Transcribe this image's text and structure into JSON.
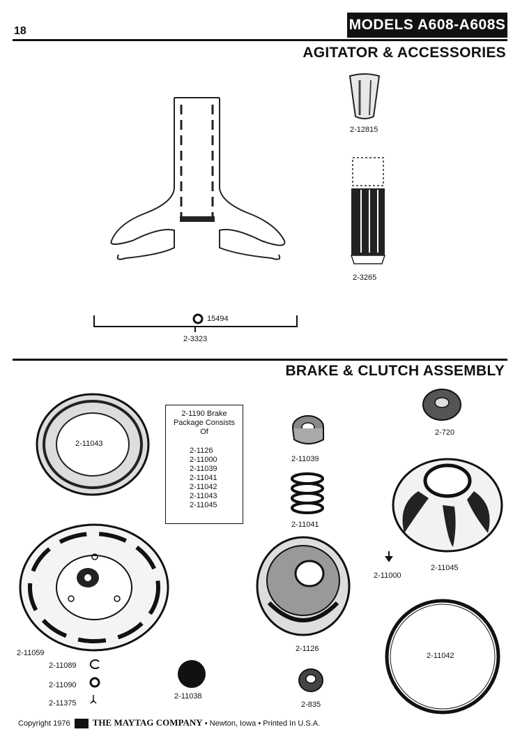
{
  "header": {
    "page_number": "18",
    "models": "MODELS  A608-A608S"
  },
  "section_agitator": {
    "title": "AGITATOR & ACCESSORIES",
    "parts": [
      "2-12815",
      "2-3265",
      "15494",
      "2-3323"
    ]
  },
  "section_brake": {
    "title": "BRAKE & CLUTCH ASSEMBLY",
    "note": {
      "title": "2-1190 Brake Package Consists Of",
      "items": [
        "2-1126",
        "2-11000",
        "2-11039",
        "2-11041",
        "2-11042",
        "2-11043",
        "2-11045"
      ]
    },
    "parts": [
      "2-11043",
      "2-11039",
      "2-720",
      "2-11041",
      "2-11045",
      "2-11000",
      "2-11059",
      "2-1126",
      "2-11042",
      "2-11089",
      "2-11090",
      "2-11375",
      "2-11038",
      "2-835"
    ]
  },
  "footer": {
    "copyright": "Copyright 1976",
    "company": "THE MAYTAG COMPANY",
    "location": "• Newton, Iowa • Printed In U.S.A."
  }
}
